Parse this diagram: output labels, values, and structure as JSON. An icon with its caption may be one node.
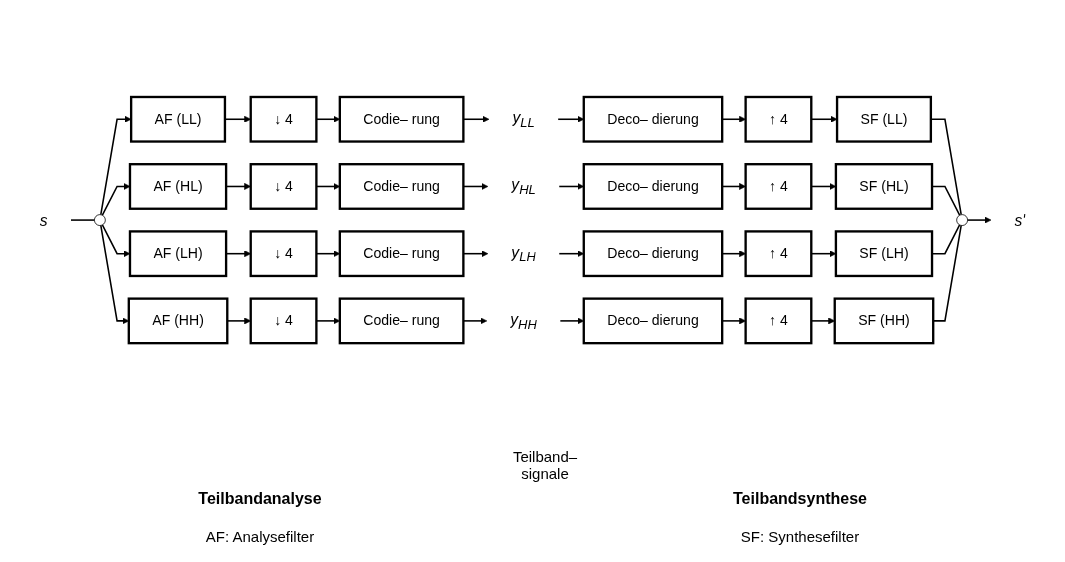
{
  "diagram": {
    "nodes": [
      {
        "text": [
          "s"
        ]
      },
      {
        "text": [],
        "shape": "circle"
      },
      {
        "text": [
          "AF (LL)"
        ]
      },
      {
        "text": [
          "↓ 4"
        ]
      },
      {
        "text": [
          "Codie– rung"
        ]
      },
      {
        "text": [
          "y$_{LL}$"
        ]
      },
      {
        "text": [
          "Deco– dierung"
        ]
      },
      {
        "text": [
          "↑ 4"
        ]
      },
      {
        "text": [
          "SF (LL)"
        ]
      },
      {
        "text": [
          "AF (HL)"
        ]
      },
      {
        "text": [
          "↓ 4"
        ]
      },
      {
        "text": [
          "Codie– rung"
        ]
      },
      {
        "text": [
          "y$_{HL}$"
        ]
      },
      {
        "text": [
          "Deco– dierung"
        ]
      },
      {
        "text": [
          "↑ 4"
        ]
      },
      {
        "text": [
          "SF (HL)"
        ]
      },
      {
        "text": [
          "AF (LH)"
        ]
      },
      {
        "text": [
          "↓ 4"
        ]
      },
      {
        "text": [
          "Codie– rung"
        ]
      },
      {
        "text": [
          "y$_{LH}$"
        ]
      },
      {
        "text": [
          "Deco– dierung"
        ]
      },
      {
        "text": [
          "↑ 4"
        ]
      },
      {
        "text": [
          "SF (LH)"
        ]
      },
      {
        "text": [
          "AF (HH)"
        ]
      },
      {
        "text": [
          "↓ 4"
        ]
      },
      {
        "text": [
          "Codie– rung"
        ]
      },
      {
        "text": [
          "y$_{HH}$"
        ]
      },
      {
        "text": [
          "Deco– dierung"
        ]
      },
      {
        "text": [
          "↑ 4"
        ]
      },
      {
        "text": [
          "SF (HH)"
        ]
      },
      {
        "text": [],
        "shape": "circle"
      },
      {
        "text": [
          "s'"
        ]
      }
    ],
    "edges": [
      {
        "from": 0,
        "to": 1,
        "arrow": "none"
      },
      {
        "from": 1,
        "to": 2,
        "arrow": "to"
      },
      {
        "from": 2,
        "to": 3,
        "arrow": "to"
      },
      {
        "from": 3,
        "to": 4,
        "arrow": "to"
      },
      {
        "from": 4,
        "to": 5,
        "arrow": "to"
      },
      {
        "from": 5,
        "to": 6,
        "arrow": "to"
      },
      {
        "from": 6,
        "to": 7,
        "arrow": "to"
      },
      {
        "from": 7,
        "to": 8,
        "arrow": "to"
      },
      {
        "from": 8,
        "to": 30,
        "arrow": "none"
      },
      {
        "from": 1,
        "to": 9,
        "arrow": "to"
      },
      {
        "from": 9,
        "to": 10,
        "arrow": "to"
      },
      {
        "from": 10,
        "to": 11,
        "arrow": "to"
      },
      {
        "from": 11,
        "to": 12,
        "arrow": "to"
      },
      {
        "from": 12,
        "to": 13,
        "arrow": "to"
      },
      {
        "from": 13,
        "to": 14,
        "arrow": "to"
      },
      {
        "from": 14,
        "to": 15,
        "arrow": "to"
      },
      {
        "from": 15,
        "to": 30,
        "arrow": "none"
      },
      {
        "from": 1,
        "to": 16,
        "arrow": "to"
      },
      {
        "from": 16,
        "to": 17,
        "arrow": "to"
      },
      {
        "from": 17,
        "to": 18,
        "arrow": "to"
      },
      {
        "from": 18,
        "to": 19,
        "arrow": "to"
      },
      {
        "from": 19,
        "to": 20,
        "arrow": "to"
      },
      {
        "from": 20,
        "to": 21,
        "arrow": "to"
      },
      {
        "from": 21,
        "to": 22,
        "arrow": "to"
      },
      {
        "from": 22,
        "to": 30,
        "arrow": "none"
      },
      {
        "from": 1,
        "to": 23,
        "arrow": "to"
      },
      {
        "from": 23,
        "to": 24,
        "arrow": "to"
      },
      {
        "from": 24,
        "to": 25,
        "arrow": "to"
      },
      {
        "from": 25,
        "to": 26,
        "arrow": "to"
      },
      {
        "from": 26,
        "to": 27,
        "arrow": "to"
      },
      {
        "from": 27,
        "to": 28,
        "arrow": "to"
      },
      {
        "from": 28,
        "to": 29,
        "arrow": "to"
      },
      {
        "from": 29,
        "to": 30,
        "arrow": "none"
      },
      {
        "from": 30,
        "to": 31,
        "arrow": "to"
      }
    ],
    "labels": [
      "Teilband– signale",
      "Teilbandanalyse",
      "Teilbandsynthese",
      "AF: Analysefilter",
      "SF: Synthesefilter"
    ]
  }
}
